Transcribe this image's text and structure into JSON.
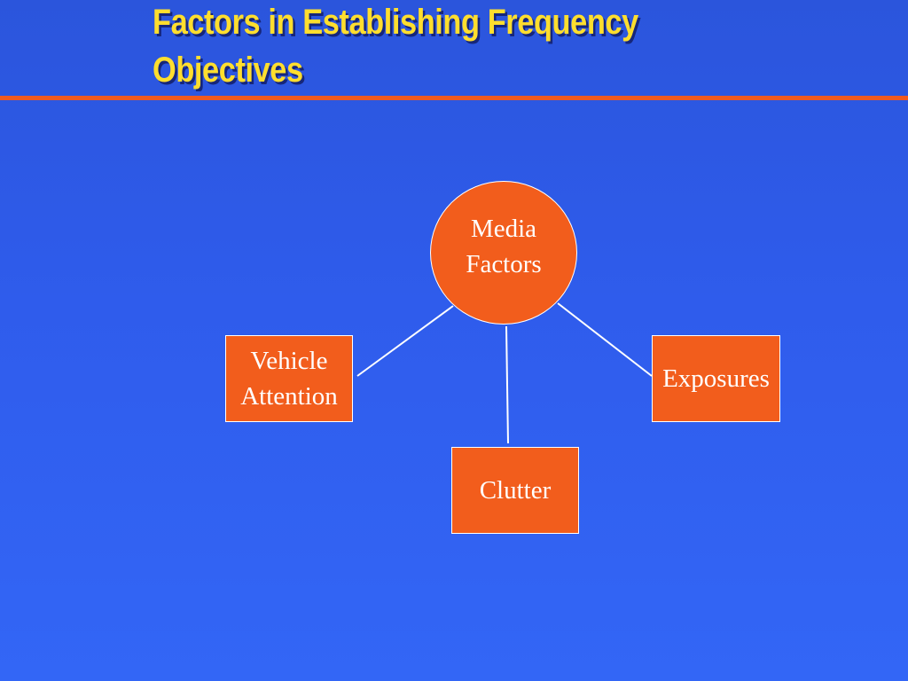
{
  "slide": {
    "title_line1": "Factors in Establishing Frequency",
    "title_line2": "Objectives"
  },
  "diagram": {
    "center": {
      "line1": "Media",
      "line2": "Factors"
    },
    "vehicle_attention": {
      "line1": "Vehicle",
      "line2": "Attention"
    },
    "exposures": {
      "label": "Exposures"
    },
    "clutter": {
      "label": "Clutter"
    }
  },
  "colors": {
    "background": "#2f5cec",
    "title": "#ffde2e",
    "accent": "#f05a20",
    "node_fill": "#f25d1c",
    "connector": "#ffffff"
  }
}
